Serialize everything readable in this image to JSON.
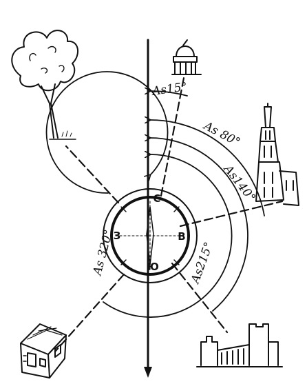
{
  "bearings": [
    {
      "label": "As15°",
      "azimuth": 15,
      "landmark": "observatory"
    },
    {
      "label": "As 80°",
      "azimuth": 80,
      "landmark": "bell-tower"
    },
    {
      "label": "As140°",
      "azimuth": 140,
      "landmark": "bell-tower"
    },
    {
      "label": "As215°",
      "azimuth": 215,
      "landmark": "fortress"
    },
    {
      "label": "As 320°",
      "azimuth": 320,
      "landmark": "house"
    }
  ],
  "dial_marks": {
    "north": "C",
    "east": "B",
    "south": "Ю",
    "west": "З"
  },
  "colors": {
    "ink": "#111111",
    "paper": "#ffffff"
  }
}
